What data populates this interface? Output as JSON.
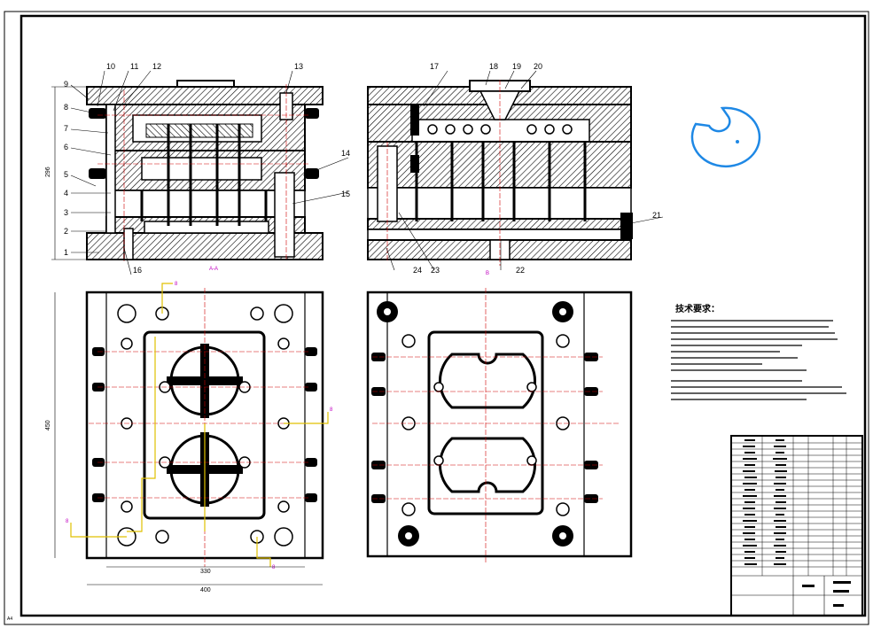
{
  "labels": {
    "n1": "1",
    "n2": "2",
    "n3": "3",
    "n4": "4",
    "n5": "5",
    "n6": "6",
    "n7": "7",
    "n8": "8",
    "n9": "9",
    "n10": "10",
    "n11": "11",
    "n12": "12",
    "n13": "13",
    "n14": "14",
    "n15": "15",
    "n16": "16",
    "n17": "17",
    "n18": "18",
    "n19": "19",
    "n20": "20",
    "n21": "21",
    "n22": "22",
    "n23": "23",
    "n24": "24"
  },
  "dimensions": {
    "height_296": "296",
    "height_450": "450",
    "width_330": "330",
    "width_400": "400"
  },
  "section_marks": {
    "aa": "A-A",
    "b": "B",
    "corner": "A4"
  },
  "tech": {
    "title": "技术要求："
  },
  "colors": {
    "outline": "#000000",
    "hatch": "#000000",
    "centerline": "#d00000",
    "leader": "#e0c000",
    "part": "#1e88e5",
    "label_magenta": "#c000c0"
  }
}
